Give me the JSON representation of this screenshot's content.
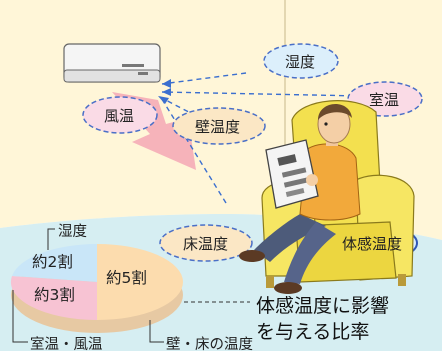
{
  "labels": {
    "humidity_bubble": "湿度",
    "room_temp_bubble": "室温",
    "wind_temp_bubble": "風温",
    "wall_temp_bubble": "壁温度",
    "floor_temp_bubble": "床温度",
    "sensory_temp_bubble": "体感温度"
  },
  "pie": {
    "humidity_legend": "湿度",
    "humidity_value": "約2割",
    "room_wind_value": "約3割",
    "wall_floor_value": "約5割",
    "room_wind_legend": "室温・風温",
    "wall_floor_legend": "壁・床の温度"
  },
  "caption": {
    "line1": "体感温度に影響",
    "line2": "を与える比率"
  },
  "colors": {
    "bubble_fill": "#fbe7c5",
    "bubble_pink": "#fadbe6",
    "bubble_blue": "#dceffb",
    "wall": "#fff6d8",
    "floor": "#d6eef2",
    "arrow": "#f4a7b5",
    "chair": "#f3e04f",
    "pie_orange": "#fcdcae",
    "pie_pink": "#f7c3d3",
    "pie_blue": "#c9e6f8"
  }
}
